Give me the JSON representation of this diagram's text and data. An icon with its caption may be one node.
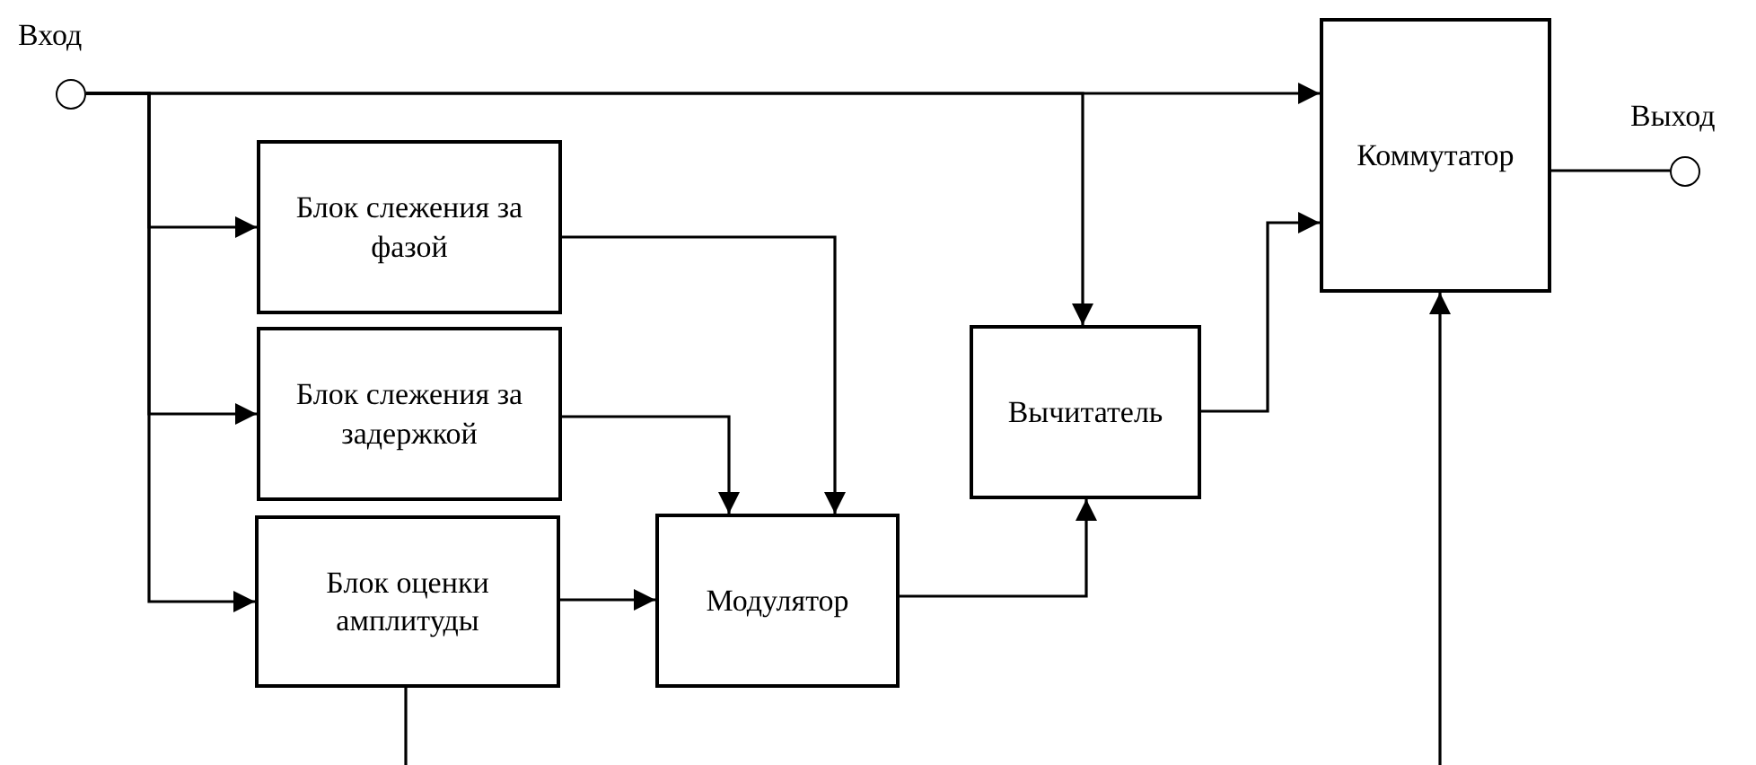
{
  "diagram": {
    "nodes": [
      {
        "text": [],
        "shape": "circle",
        "beside": [
          "Вход"
        ]
      },
      {
        "text": [
          "Блок слежения за фазой"
        ]
      },
      {
        "text": [
          "Блок слежения за задержкой"
        ]
      },
      {
        "text": [
          "Блок оценки амплитуды"
        ]
      },
      {
        "text": [
          "Модулятор"
        ]
      },
      {
        "text": [
          "Вычитатель"
        ]
      },
      {
        "text": [
          "Коммутатор"
        ]
      },
      {
        "text": [],
        "shape": "circle",
        "beside": [
          "Выход"
        ]
      }
    ],
    "edges": [
      {
        "from": 0,
        "to": 6,
        "arrow": "to"
      },
      {
        "from": 0,
        "to": 1,
        "arrow": "to"
      },
      {
        "from": 0,
        "to": 2,
        "arrow": "to"
      },
      {
        "from": 0,
        "to": 3,
        "arrow": "to"
      },
      {
        "from": 0,
        "to": 5,
        "arrow": "to"
      },
      {
        "from": 1,
        "to": 4,
        "arrow": "to"
      },
      {
        "from": 2,
        "to": 4,
        "arrow": "to"
      },
      {
        "from": 3,
        "to": 4,
        "arrow": "to"
      },
      {
        "from": 4,
        "to": 5,
        "arrow": "to"
      },
      {
        "from": 5,
        "to": 6,
        "arrow": "to"
      },
      {
        "from": 6,
        "to": 7,
        "arrow": "none"
      },
      {
        "from": 3,
        "to": null,
        "arrow": "none"
      },
      {
        "from": null,
        "to": 6,
        "arrow": "to"
      }
    ]
  }
}
